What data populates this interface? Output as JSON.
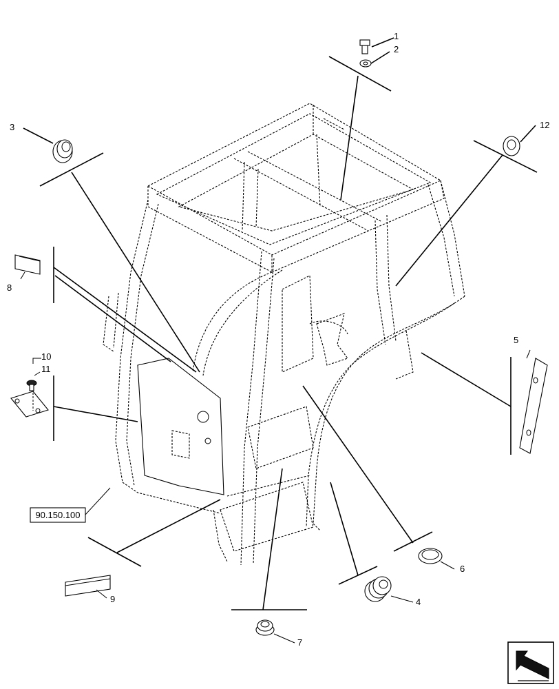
{
  "callouts": [
    {
      "id": "c1",
      "label": "1"
    },
    {
      "id": "c2",
      "label": "2"
    },
    {
      "id": "c3",
      "label": "3"
    },
    {
      "id": "c4",
      "label": "4"
    },
    {
      "id": "c5",
      "label": "5"
    },
    {
      "id": "c6",
      "label": "6"
    },
    {
      "id": "c7",
      "label": "7"
    },
    {
      "id": "c8",
      "label": "8"
    },
    {
      "id": "c9",
      "label": "9"
    },
    {
      "id": "c10",
      "label": "10"
    },
    {
      "id": "c11",
      "label": "11"
    },
    {
      "id": "c12",
      "label": "12"
    }
  ],
  "reference": {
    "label": "90.150.100"
  },
  "icons": {
    "navigation": "arrow-back-icon"
  }
}
